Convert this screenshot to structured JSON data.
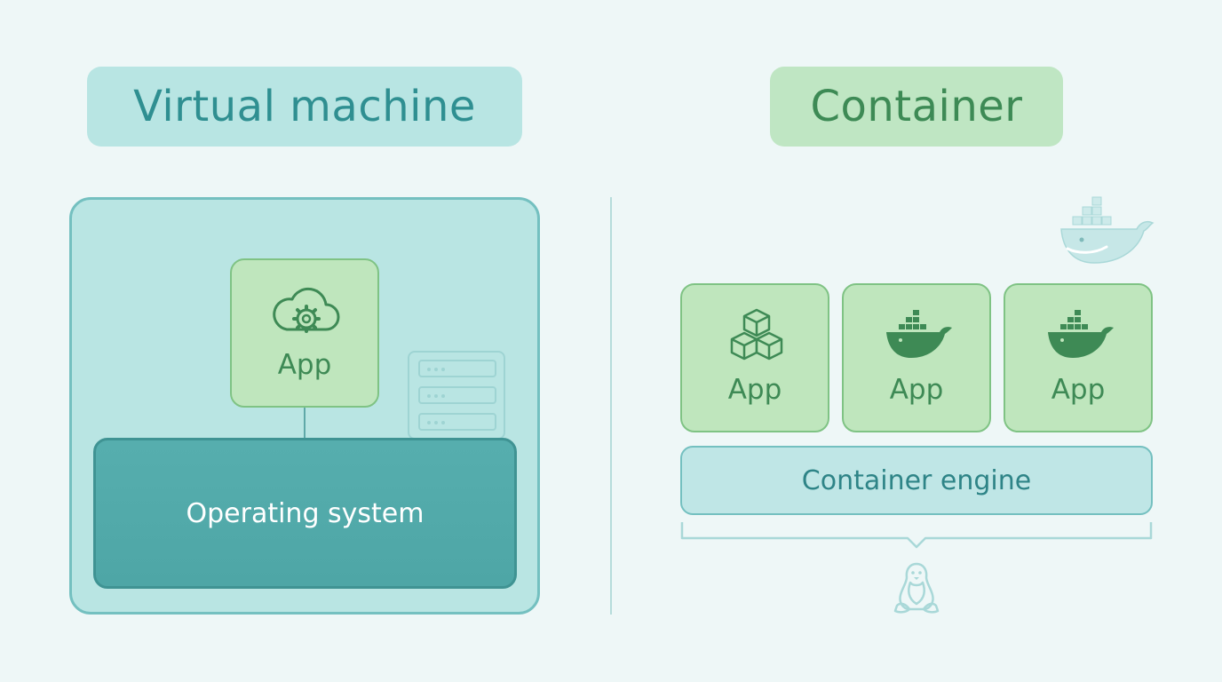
{
  "vm": {
    "title": "Virtual machine",
    "app_label": "App",
    "os_label": "Operating system"
  },
  "container": {
    "title": "Container",
    "apps": [
      {
        "label": "App",
        "icon": "cubes-icon"
      },
      {
        "label": "App",
        "icon": "docker-whale-icon"
      },
      {
        "label": "App",
        "icon": "docker-whale-icon"
      }
    ],
    "engine_label": "Container engine"
  },
  "colors": {
    "background": "#eef7f7",
    "teal": "#74c0c0",
    "teal_dark": "#4ea6a6",
    "green": "#7fc384",
    "green_fill": "#bfe6bd"
  }
}
